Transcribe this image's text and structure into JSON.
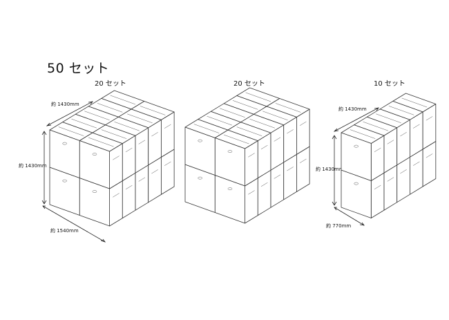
{
  "title": "50 セット",
  "groups": [
    {
      "label": "20 セット"
    },
    {
      "label": "20 セット"
    },
    {
      "label": "10 セット"
    }
  ],
  "dimensions": {
    "g1_depth": "約 1430mm",
    "g1_height": "約 1430mm",
    "g1_width": "約 1540mm",
    "g3_depth": "約 1430mm",
    "g3_height": "約 1430mm",
    "g3_width": "約 770mm"
  }
}
